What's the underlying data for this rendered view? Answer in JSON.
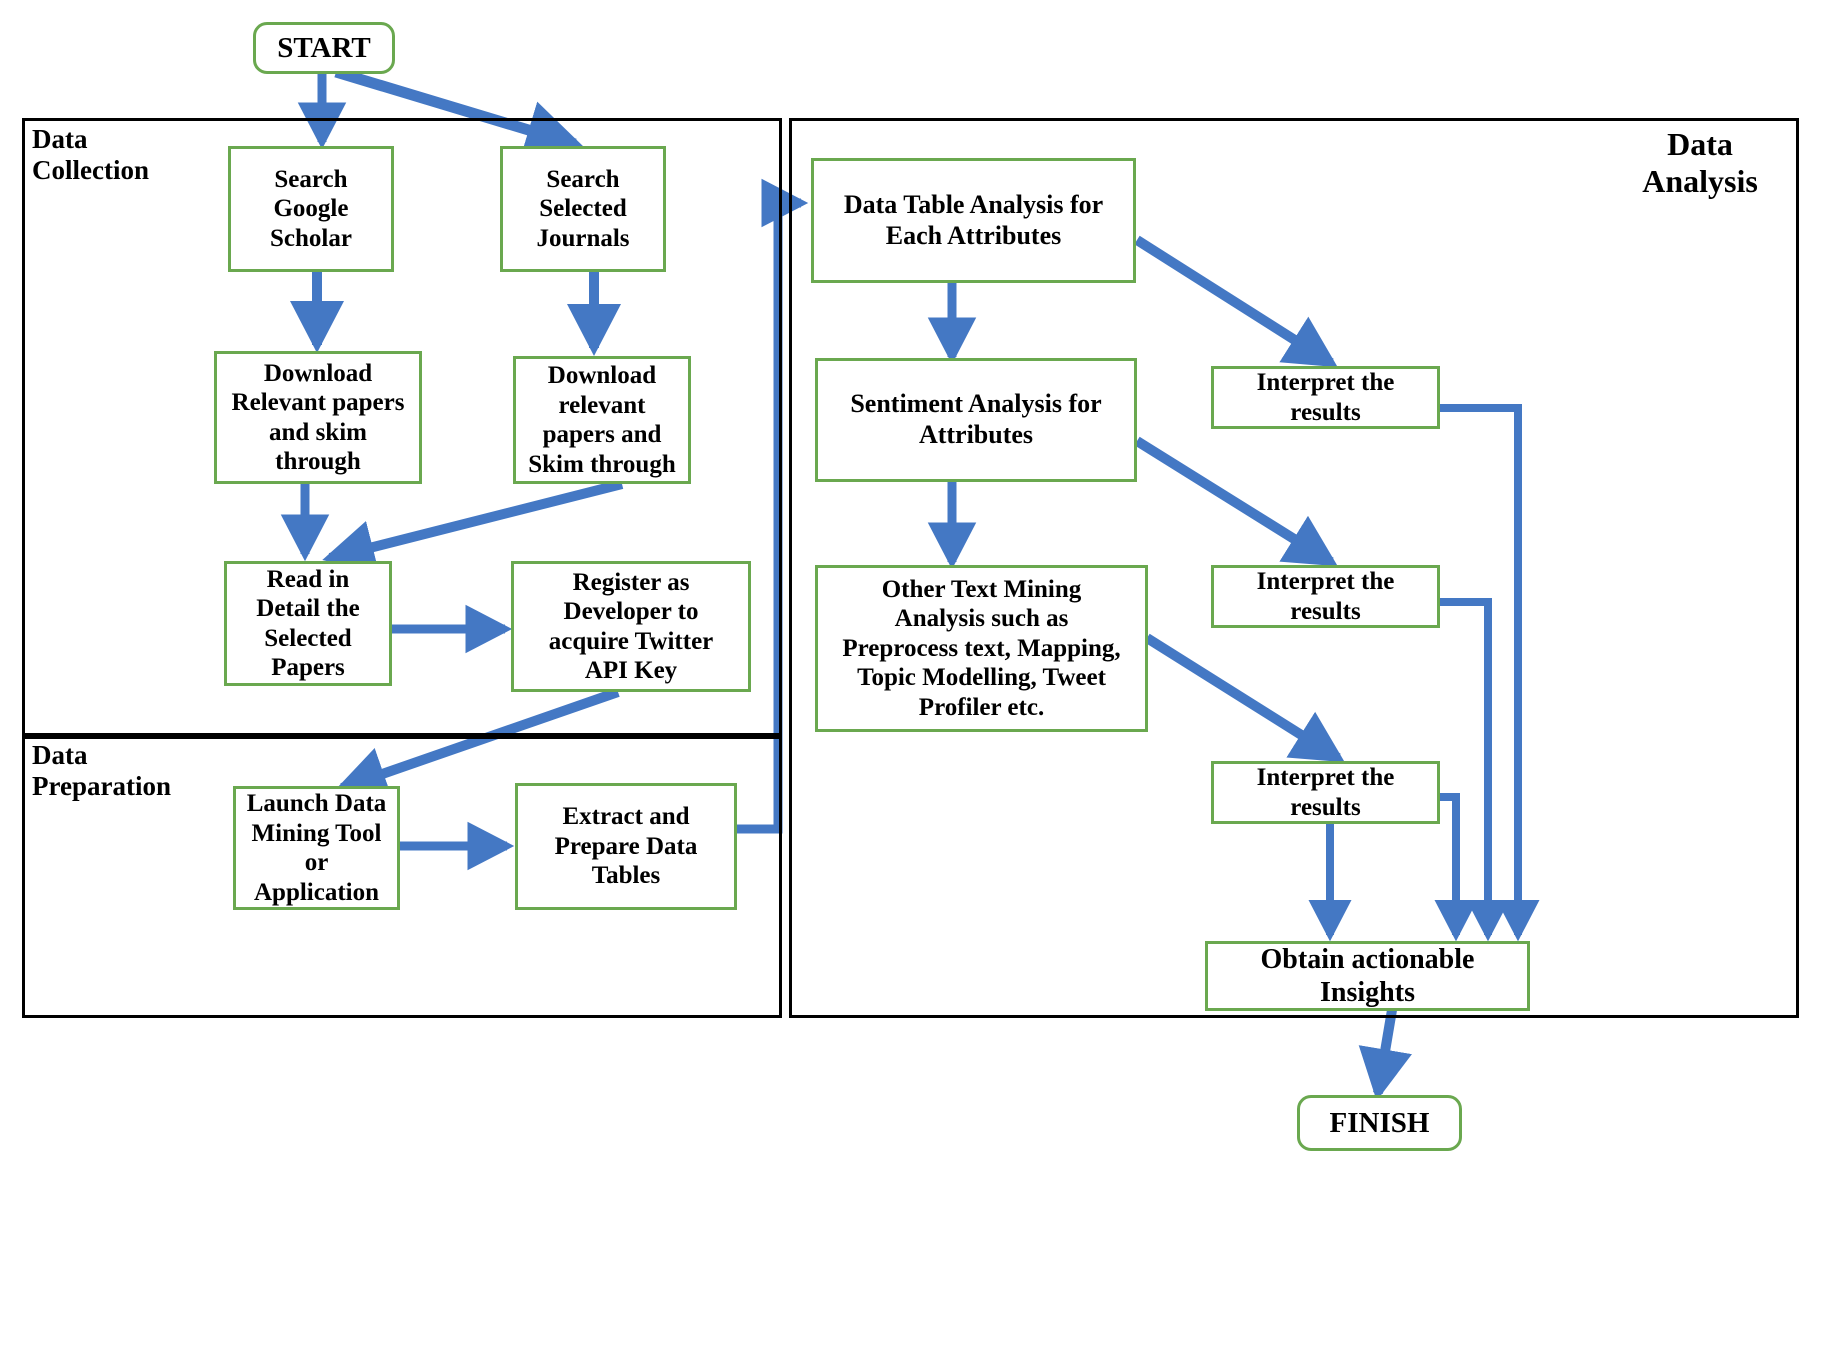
{
  "diagram": {
    "title": "Research methodology flowchart",
    "accent_box_color": "#6aa84f",
    "accent_arrow_color": "#4478c4",
    "panel_border_color": "#000000",
    "background_color": "#ffffff"
  },
  "panels": [
    {
      "id": "data-collection",
      "label": "Data\nCollection"
    },
    {
      "id": "data-preparation",
      "label": "Data\nPreparation"
    },
    {
      "id": "data-analysis",
      "label": "Data\nAnalysis"
    }
  ],
  "nodes": [
    {
      "id": "start",
      "label": "START"
    },
    {
      "id": "search-google",
      "label": "Search\nGoogle\nScholar"
    },
    {
      "id": "search-journals",
      "label": "Search\nSelected\nJournals"
    },
    {
      "id": "download-google",
      "label": "Download\nRelevant papers\nand skim\nthrough"
    },
    {
      "id": "download-journals",
      "label": "Download\nrelevant\npapers and\nSkim through"
    },
    {
      "id": "read-detail",
      "label": "Read in\nDetail the\nSelected\nPapers"
    },
    {
      "id": "register-dev",
      "label": "Register as\nDeveloper to\nacquire Twitter\nAPI Key"
    },
    {
      "id": "launch-tool",
      "label": "Launch Data\nMining Tool\nor\nApplication"
    },
    {
      "id": "extract-tables",
      "label": "Extract and\nPrepare Data\nTables"
    },
    {
      "id": "data-table-analysis",
      "label": "Data Table Analysis for\nEach Attributes"
    },
    {
      "id": "sentiment-analysis",
      "label": "Sentiment Analysis for\nAttributes"
    },
    {
      "id": "other-text-mining",
      "label": "Other Text Mining\nAnalysis such as\nPreprocess text, Mapping,\nTopic Modelling, Tweet\nProfiler etc."
    },
    {
      "id": "interpret-1",
      "label": "Interpret the\nresults"
    },
    {
      "id": "interpret-2",
      "label": "Interpret the\nresults"
    },
    {
      "id": "interpret-3",
      "label": "Interpret the\nresults"
    },
    {
      "id": "obtain-insights",
      "label": "Obtain actionable Insights"
    },
    {
      "id": "finish",
      "label": "FINISH"
    }
  ],
  "edges": [
    {
      "from": "start",
      "to": "search-google"
    },
    {
      "from": "start",
      "to": "search-journals"
    },
    {
      "from": "search-google",
      "to": "download-google"
    },
    {
      "from": "search-journals",
      "to": "download-journals"
    },
    {
      "from": "download-google",
      "to": "read-detail"
    },
    {
      "from": "download-journals",
      "to": "read-detail"
    },
    {
      "from": "read-detail",
      "to": "register-dev"
    },
    {
      "from": "register-dev",
      "to": "launch-tool"
    },
    {
      "from": "launch-tool",
      "to": "extract-tables"
    },
    {
      "from": "extract-tables",
      "to": "data-table-analysis"
    },
    {
      "from": "data-table-analysis",
      "to": "sentiment-analysis"
    },
    {
      "from": "data-table-analysis",
      "to": "interpret-1"
    },
    {
      "from": "sentiment-analysis",
      "to": "other-text-mining"
    },
    {
      "from": "sentiment-analysis",
      "to": "interpret-2"
    },
    {
      "from": "other-text-mining",
      "to": "interpret-3"
    },
    {
      "from": "interpret-1",
      "to": "obtain-insights"
    },
    {
      "from": "interpret-2",
      "to": "obtain-insights"
    },
    {
      "from": "interpret-3",
      "to": "obtain-insights"
    },
    {
      "from": "obtain-insights",
      "to": "finish"
    }
  ]
}
